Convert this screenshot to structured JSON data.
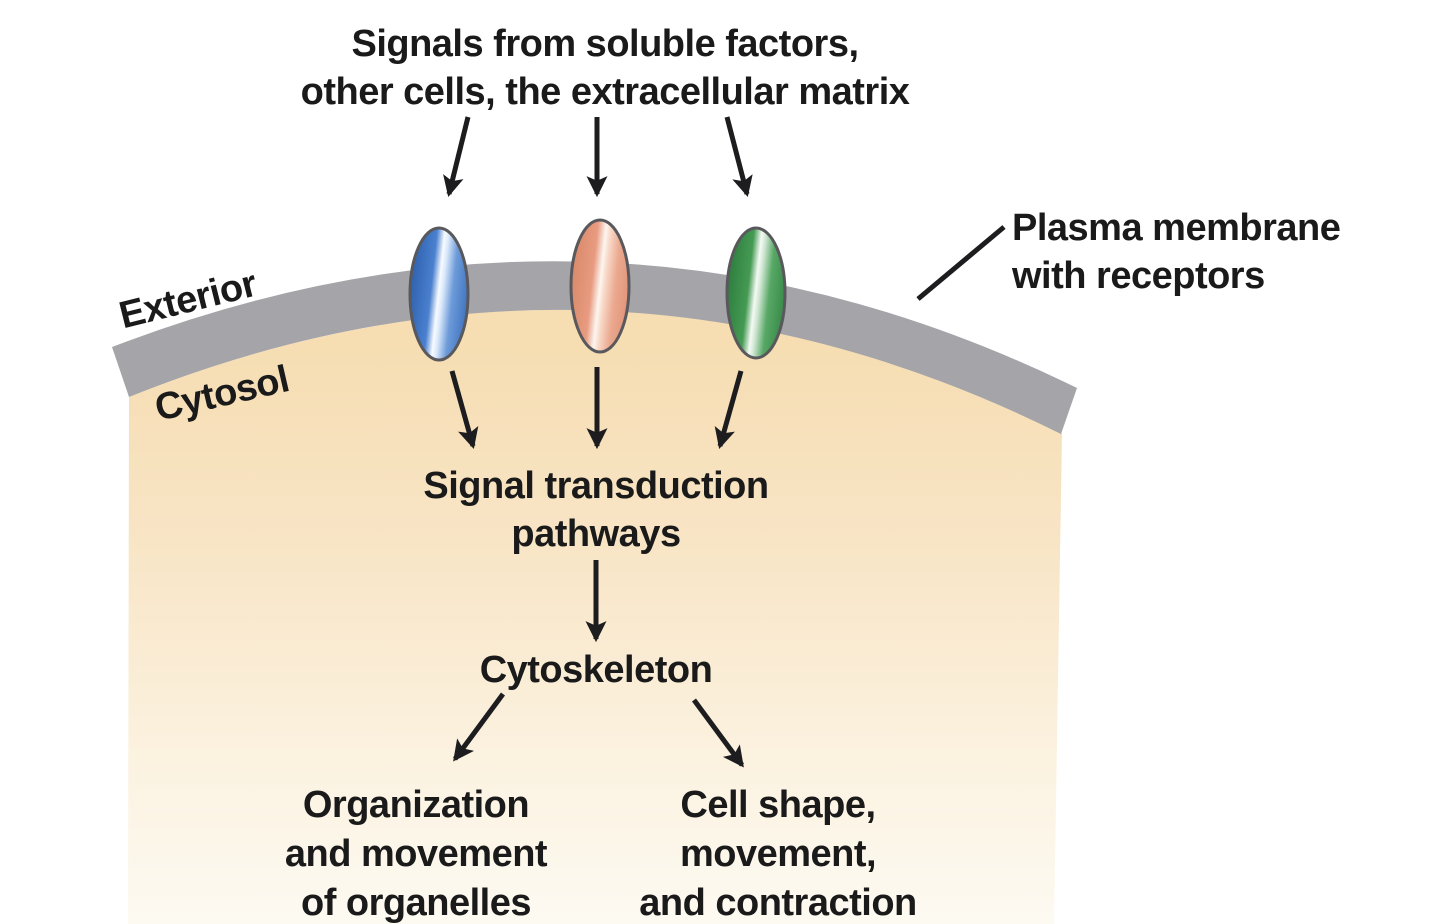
{
  "figure": {
    "title": [
      "Signals from soluble factors,",
      "other cells, the extracellular matrix"
    ],
    "labels": {
      "exterior": "Exterior",
      "cytosol": "Cytosol",
      "membrane": [
        "Plasma membrane",
        "with receptors"
      ],
      "signal_transduction": [
        "Signal transduction",
        "pathways"
      ],
      "cytoskeleton": "Cytoskeleton",
      "outcome_organelles": [
        "Organization",
        "and movement",
        "of organelles"
      ],
      "outcome_cell_shape": [
        "Cell shape,",
        "movement,",
        "and contraction"
      ]
    },
    "receptors": [
      {
        "name": "blue-receptor",
        "color": "#4a80cf"
      },
      {
        "name": "pink-receptor",
        "color": "#e89b80"
      },
      {
        "name": "green-receptor",
        "color": "#449a53"
      }
    ],
    "colors": {
      "membrane_gray": "#a5a4a9",
      "cytosol_top": "#f6ddb2",
      "cytosol_bottom": "#fdfaf2",
      "arrow_black": "#1d1d1f",
      "text": "#1a1a1a",
      "background": "#ffffff"
    }
  }
}
